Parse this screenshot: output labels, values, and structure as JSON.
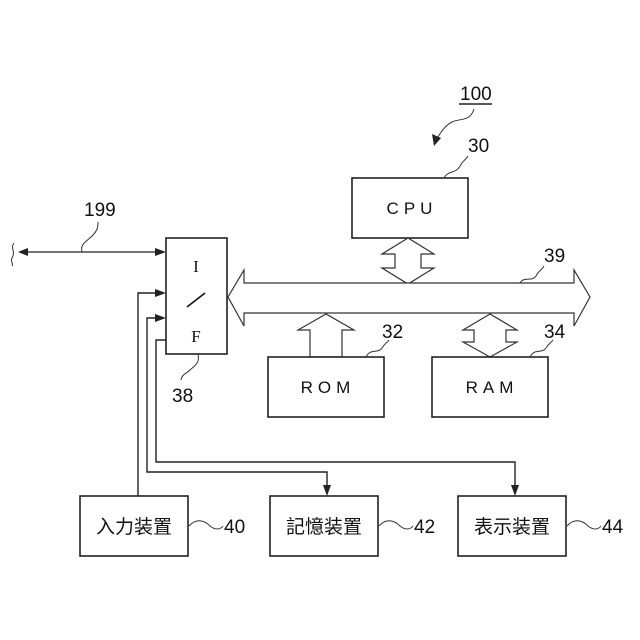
{
  "figure": {
    "system_ref": "100",
    "blocks": {
      "cpu": {
        "label": "CPU",
        "ref": "30"
      },
      "rom": {
        "label": "ROM",
        "ref": "32"
      },
      "ram": {
        "label": "RAM",
        "ref": "34"
      },
      "interface": {
        "label_top": "I",
        "label_mid": "/",
        "label_bottom": "F",
        "ref": "38"
      },
      "bus": {
        "ref": "39"
      },
      "network": {
        "ref": "199"
      },
      "input_device": {
        "label": "入力装置",
        "ref": "40"
      },
      "storage_device": {
        "label": "記憶装置",
        "ref": "42"
      },
      "display_device": {
        "label": "表示装置",
        "ref": "44"
      }
    }
  }
}
